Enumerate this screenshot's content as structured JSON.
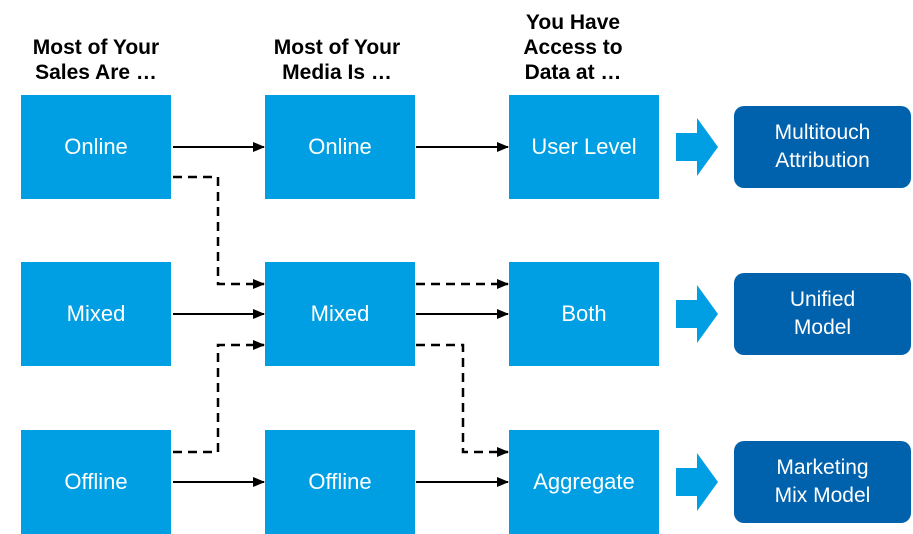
{
  "headers": {
    "sales": [
      "Most of Your",
      "Sales Are …"
    ],
    "media": [
      "Most of Your",
      "Media Is …"
    ],
    "data": [
      "You Have",
      "Access to",
      "Data at …"
    ]
  },
  "sales": [
    "Online",
    "Mixed",
    "Offline"
  ],
  "media": [
    "Online",
    "Mixed",
    "Offline"
  ],
  "data_level": [
    "User Level",
    "Both",
    "Aggregate"
  ],
  "results": [
    [
      "Multitouch",
      "Attribution"
    ],
    [
      "Unified",
      "Model"
    ],
    [
      "Marketing",
      "Mix Model"
    ]
  ],
  "colors": {
    "box": "#009fe3",
    "result": "#0061ad",
    "connector": "#000000"
  }
}
